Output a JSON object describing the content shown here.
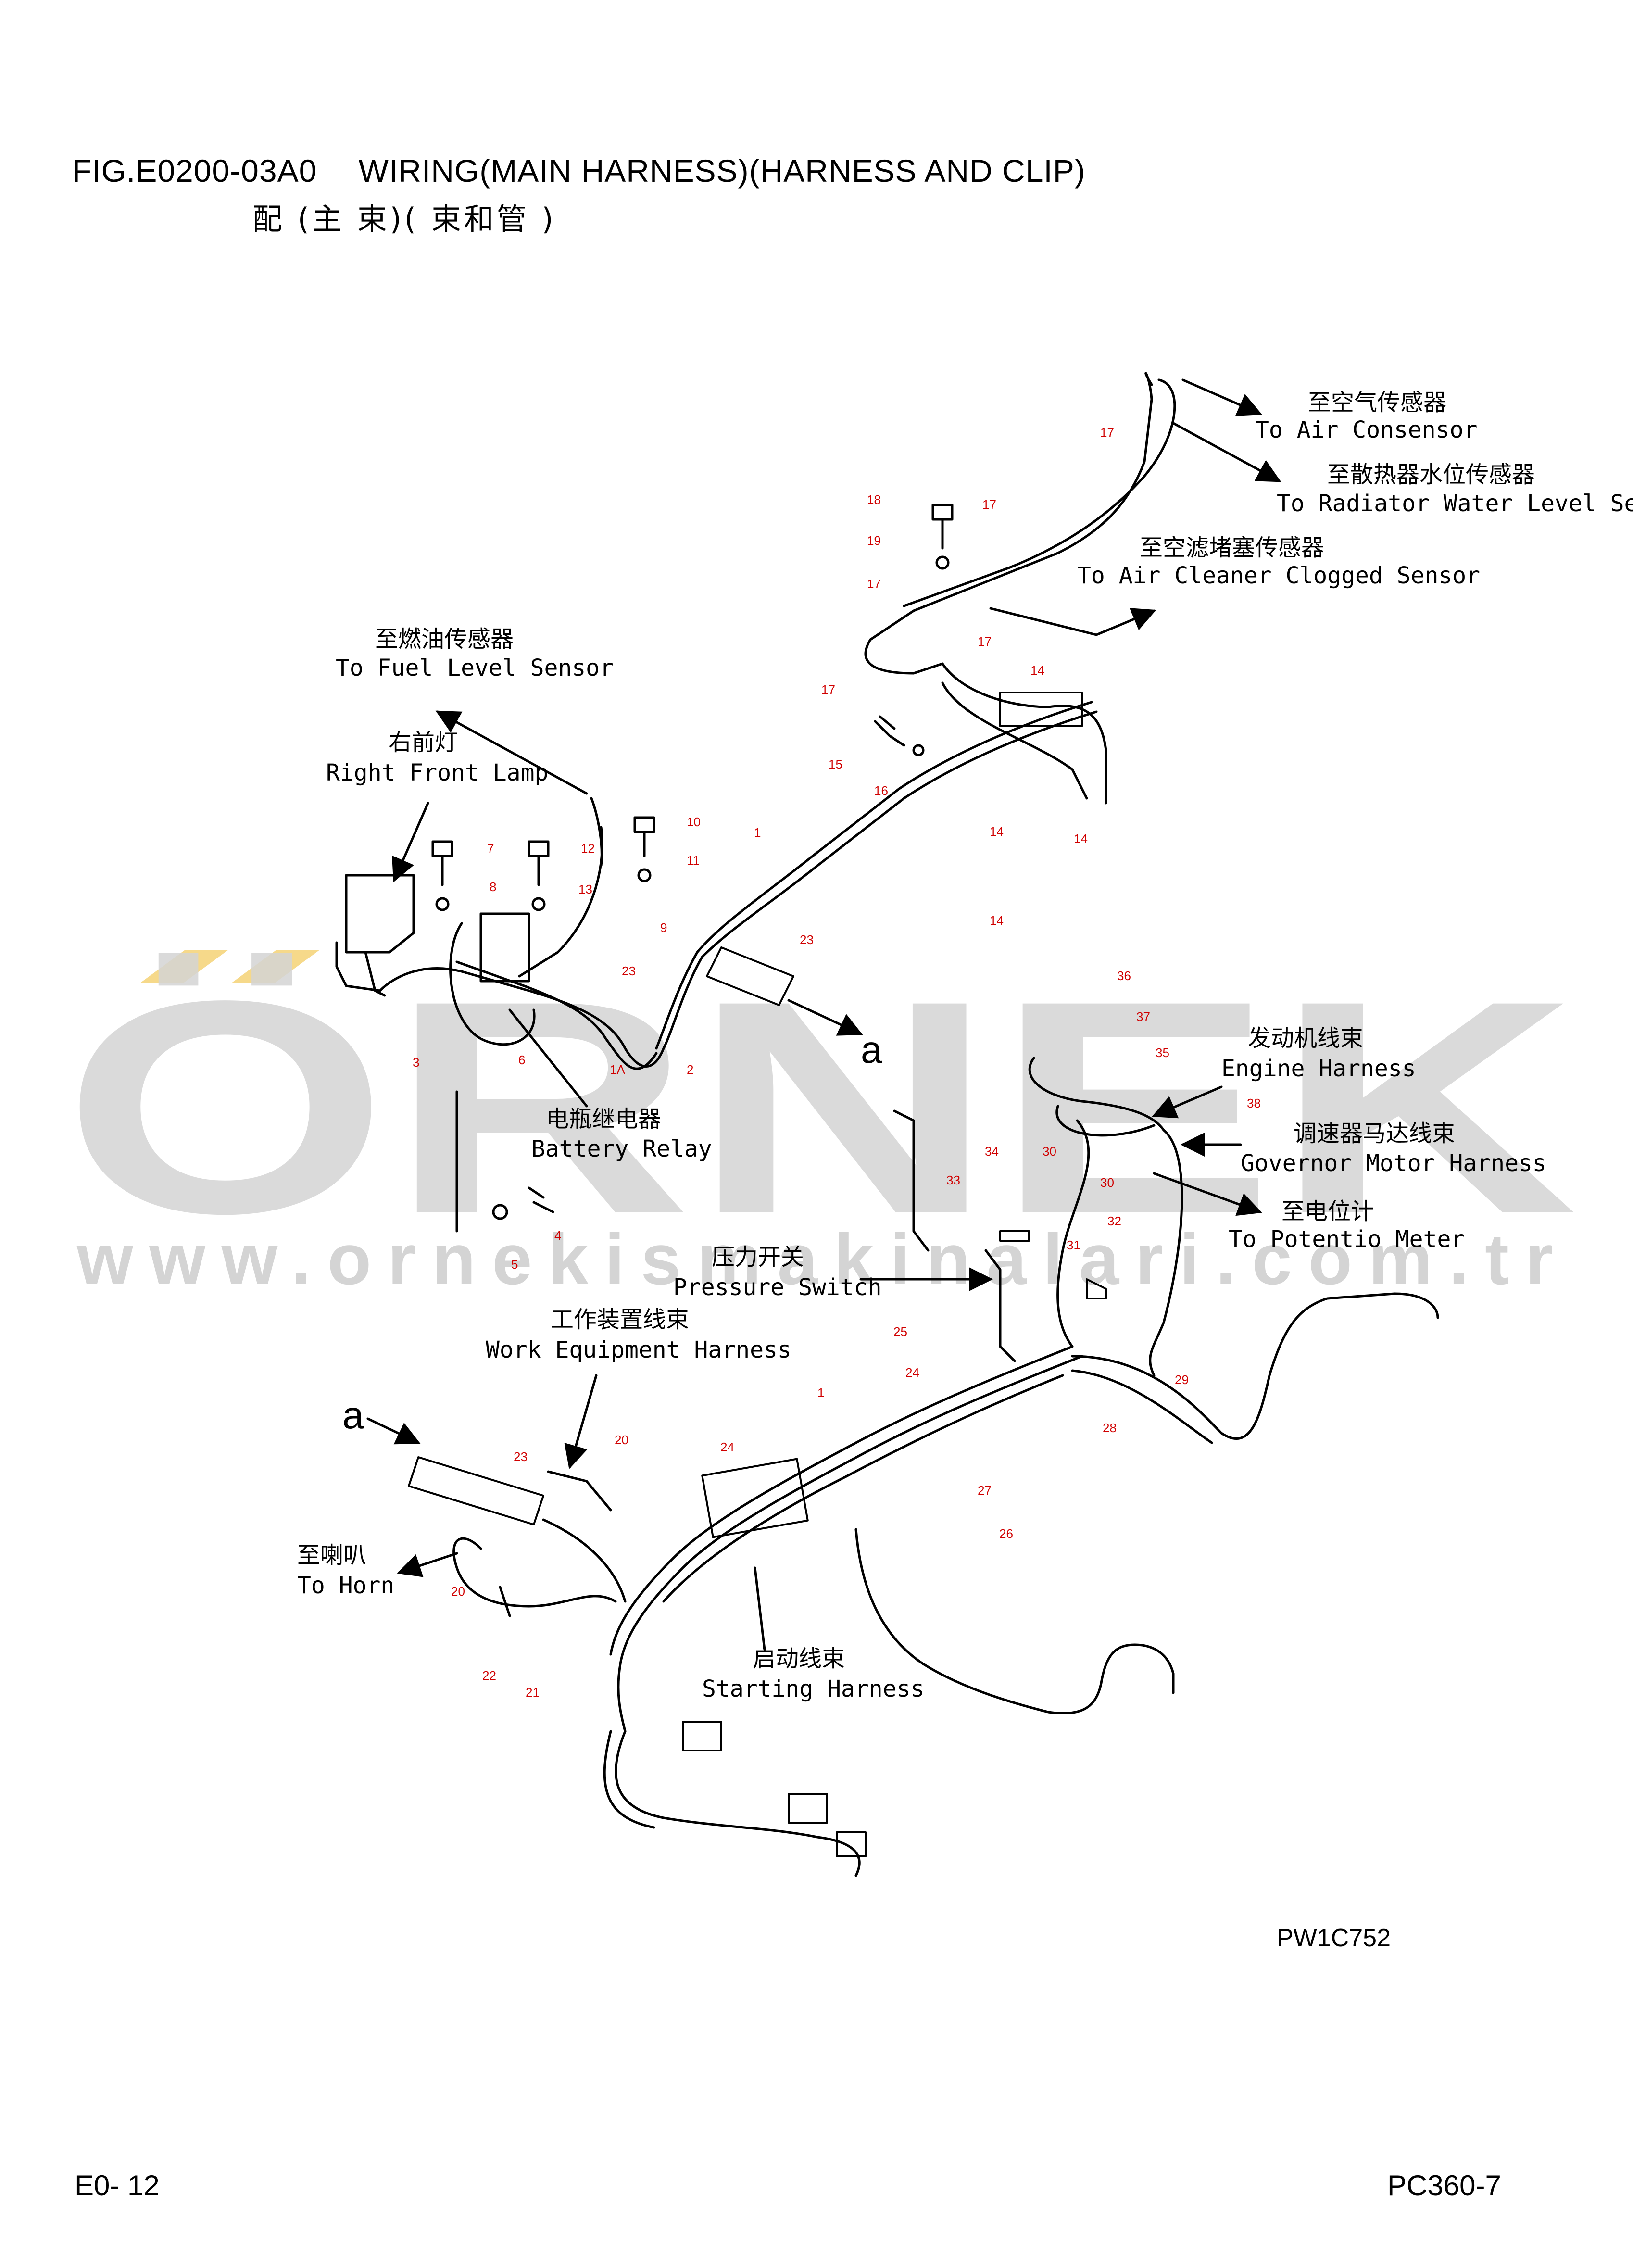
{
  "header": {
    "figure_title": "FIG.E0200-03A0　 WIRING(MAIN HARNESS)(HARNESS AND CLIP)",
    "figure_subtitle": "配 (主 束)( 束和管 )"
  },
  "callouts": {
    "air_consensor_cn": "至空气传感器",
    "air_consensor_en": "To Air Consensor",
    "radiator_cn": "至散热器水位传感器",
    "radiator_en": "To Radiator Water Level Sen",
    "air_cleaner_cn": "至空滤堵塞传感器",
    "air_cleaner_en": "To Air Cleaner Clogged Sensor",
    "fuel_cn": "至燃油传感器",
    "fuel_en": "To Fuel Level Sensor",
    "front_lamp_cn": "右前灯",
    "front_lamp_en": "Right Front Lamp",
    "battery_relay_cn": "电瓶继电器",
    "battery_relay_en": "Battery Relay",
    "engine_cn": "发动机线束",
    "engine_en": "Engine Harness",
    "governor_cn": "调速器马达线束",
    "governor_en": "Governor Motor Harness",
    "potentio_cn": "至电位计",
    "potentio_en": "To Potentio Meter",
    "pressure_cn": "压力开关",
    "pressure_en": "Pressure Switch",
    "work_cn": "工作装置线束",
    "work_en": "Work Equipment Harness",
    "horn_cn": "至喇叭",
    "horn_en": "To Horn",
    "starting_cn": "启动线束",
    "starting_en": "Starting Harness",
    "section_a_top": "a",
    "section_a_left": "a"
  },
  "part_numbers": {
    "p1a": "1",
    "p1b": "1",
    "p1A": "1A",
    "p2": "2",
    "p3": "3",
    "p4": "4",
    "p5": "5",
    "p6": "6",
    "p7": "7",
    "p8": "8",
    "p9": "9",
    "p10": "10",
    "p11": "11",
    "p12": "12",
    "p13": "13",
    "p14a": "14",
    "p14b": "14",
    "p14c": "14",
    "p14d": "14",
    "p15": "15",
    "p16": "16",
    "p17a": "17",
    "p17b": "17",
    "p17c": "17",
    "p17d": "17",
    "p17e": "17",
    "p18": "18",
    "p19": "19",
    "p20a": "20",
    "p20b": "20",
    "p21": "21",
    "p22": "22",
    "p23a": "23",
    "p23b": "23",
    "p23c": "23",
    "p24a": "24",
    "p24b": "24",
    "p25": "25",
    "p26": "26",
    "p27": "27",
    "p28": "28",
    "p29": "29",
    "p30a": "30",
    "p30b": "30",
    "p31": "31",
    "p32": "32",
    "p33": "33",
    "p34": "34",
    "p35": "35",
    "p36": "36",
    "p37": "37",
    "p38": "38"
  },
  "drawing_code": "PW1C752",
  "watermark": {
    "logo_text": "ÖRNEK",
    "url": "www.ornekismakinalari.com.tr"
  },
  "footer": {
    "page_code": "E0- 12",
    "model": "PC360-7"
  },
  "colors": {
    "line": "#000000",
    "part_number": "#d00000",
    "watermark_grey": "#d4d4d4",
    "watermark_yellow": "#f6d98a"
  }
}
